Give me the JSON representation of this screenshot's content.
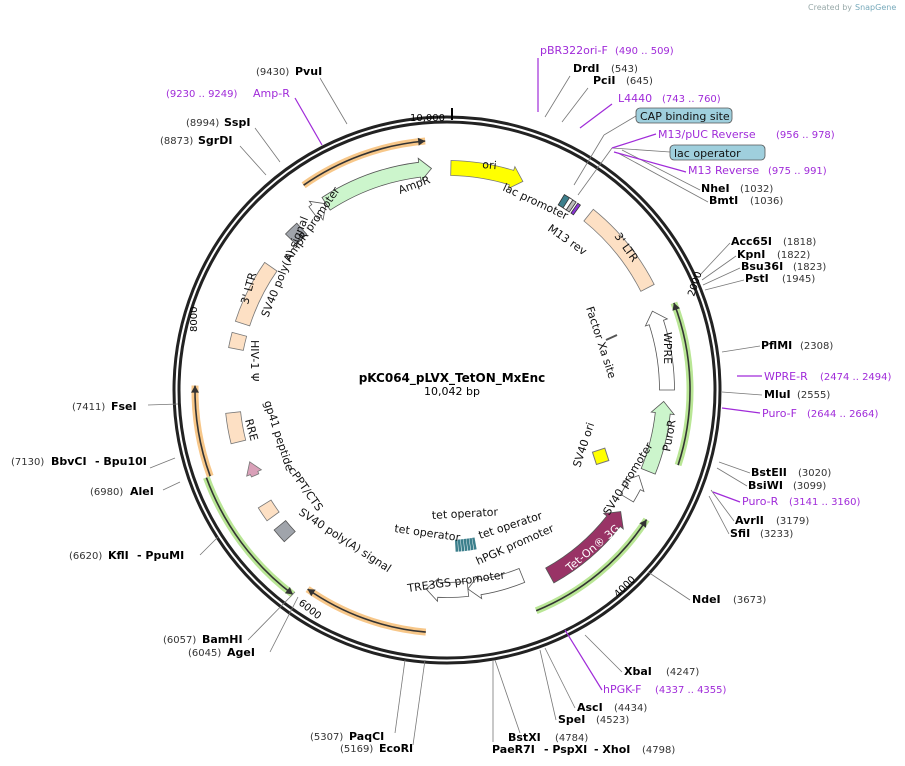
{
  "credit": {
    "text": "Created by",
    "brand": "SnapGene"
  },
  "plasmid": {
    "name": "pKC064_pLVX_TetON_MxEnc",
    "size": "10,042 bp"
  },
  "ticks": [
    "10,000",
    "2000",
    "4000",
    "6000",
    "8000"
  ],
  "colors": {
    "primer": "#a02bd9",
    "orf_orange": "#f5b96b",
    "orf_green": "#a8e07a",
    "ori": "#ffff00",
    "ampr": "#ccf5cc",
    "ltr": "#fde0c4",
    "teton": "#993366",
    "operator_box": "#9fcfdd"
  },
  "sites": [
    {
      "name": "PvuI",
      "pos": "(9430)"
    },
    {
      "name": "SspI",
      "pos": "(8994)"
    },
    {
      "name": "SgrDI",
      "pos": "(8873)"
    },
    {
      "name": "DrdI",
      "pos": "(543)"
    },
    {
      "name": "PciI",
      "pos": "(645)"
    },
    {
      "name": "NheI",
      "pos": "(1032)"
    },
    {
      "name": "BmtI",
      "pos": "(1036)"
    },
    {
      "name": "Acc65I",
      "pos": "(1818)"
    },
    {
      "name": "KpnI",
      "pos": "(1822)"
    },
    {
      "name": "Bsu36I",
      "pos": "(1823)"
    },
    {
      "name": "PstI",
      "pos": "(1945)"
    },
    {
      "name": "PflMI",
      "pos": "(2308)"
    },
    {
      "name": "MluI",
      "pos": "(2555)"
    },
    {
      "name": "BstEII",
      "pos": "(3020)"
    },
    {
      "name": "BsiWI",
      "pos": "(3099)"
    },
    {
      "name": "AvrII",
      "pos": "(3179)"
    },
    {
      "name": "SfiI",
      "pos": "(3233)"
    },
    {
      "name": "NdeI",
      "pos": "(3673)"
    },
    {
      "name": "XbaI",
      "pos": "(4247)"
    },
    {
      "name": "AscI",
      "pos": "(4434)"
    },
    {
      "name": "SpeI",
      "pos": "(4523)"
    },
    {
      "name": "BstXI",
      "pos": "(4784)"
    },
    {
      "name": "PaeR7I",
      "extra1": "- PspXI",
      "extra2": "- XhoI",
      "pos": "(4798)"
    },
    {
      "name": "PaqCI",
      "pos": "(5307)"
    },
    {
      "name": "EcoRI",
      "pos": "(5169)"
    },
    {
      "name": "BamHI",
      "pos": "(6057)"
    },
    {
      "name": "AgeI",
      "pos": "(6045)"
    },
    {
      "name": "KflI",
      "extra1": "- PpuMI",
      "pos": "(6620)"
    },
    {
      "name": "AleI",
      "pos": "(6980)"
    },
    {
      "name": "BbvCI",
      "extra1": "- Bpu10I",
      "pos": "(7130)"
    },
    {
      "name": "FseI",
      "pos": "(7411)"
    }
  ],
  "primers": [
    {
      "name": "Amp-R",
      "range": "(9230 .. 9249)"
    },
    {
      "name": "pBR322ori-F",
      "range": "(490 .. 509)"
    },
    {
      "name": "L4440",
      "range": "(743 .. 760)"
    },
    {
      "name": "M13/pUC Reverse",
      "range": "(956 .. 978)"
    },
    {
      "name": "M13 Reverse",
      "range": "(975 .. 991)"
    },
    {
      "name": "WPRE-R",
      "range": "(2474 .. 2494)"
    },
    {
      "name": "Puro-F",
      "range": "(2644 .. 2664)"
    },
    {
      "name": "Puro-R",
      "range": "(3141 .. 3160)"
    },
    {
      "name": "hPGK-F",
      "range": "(4337 .. 4355)"
    }
  ],
  "boxed_features": [
    "CAP binding site",
    "lac operator"
  ],
  "features": {
    "ori": "ori",
    "ampr": "AmpR",
    "ampr_promoter": "AmpR promoter",
    "sv40_polya_top": "SV40 poly(A) signal",
    "ltr_left": "3' LTR",
    "hiv_psi": "HIV-1 Ψ",
    "gp41": "gp41 peptide",
    "rre": "RRE",
    "cppt": "cPPT/CTS",
    "sv40_polya_bottom": "SV40 poly(A) signal",
    "tre3gs": "TRE3GS promoter",
    "hpgk": "hPGK promoter",
    "tet_op1": "tet operator",
    "tet_op2": "tet operator",
    "tet_op3": "tet operator",
    "teton": "Tet-On® 3G",
    "sv40_promoter": "SV40 promoter",
    "sv40_ori": "SV40 ori",
    "puror": "PuroR",
    "wpre": "WPRE",
    "factor_xa": "Factor Xa site",
    "ltr_right": "3' LTR",
    "lac_promoter": "lac promoter",
    "m13_rev": "M13 rev"
  }
}
